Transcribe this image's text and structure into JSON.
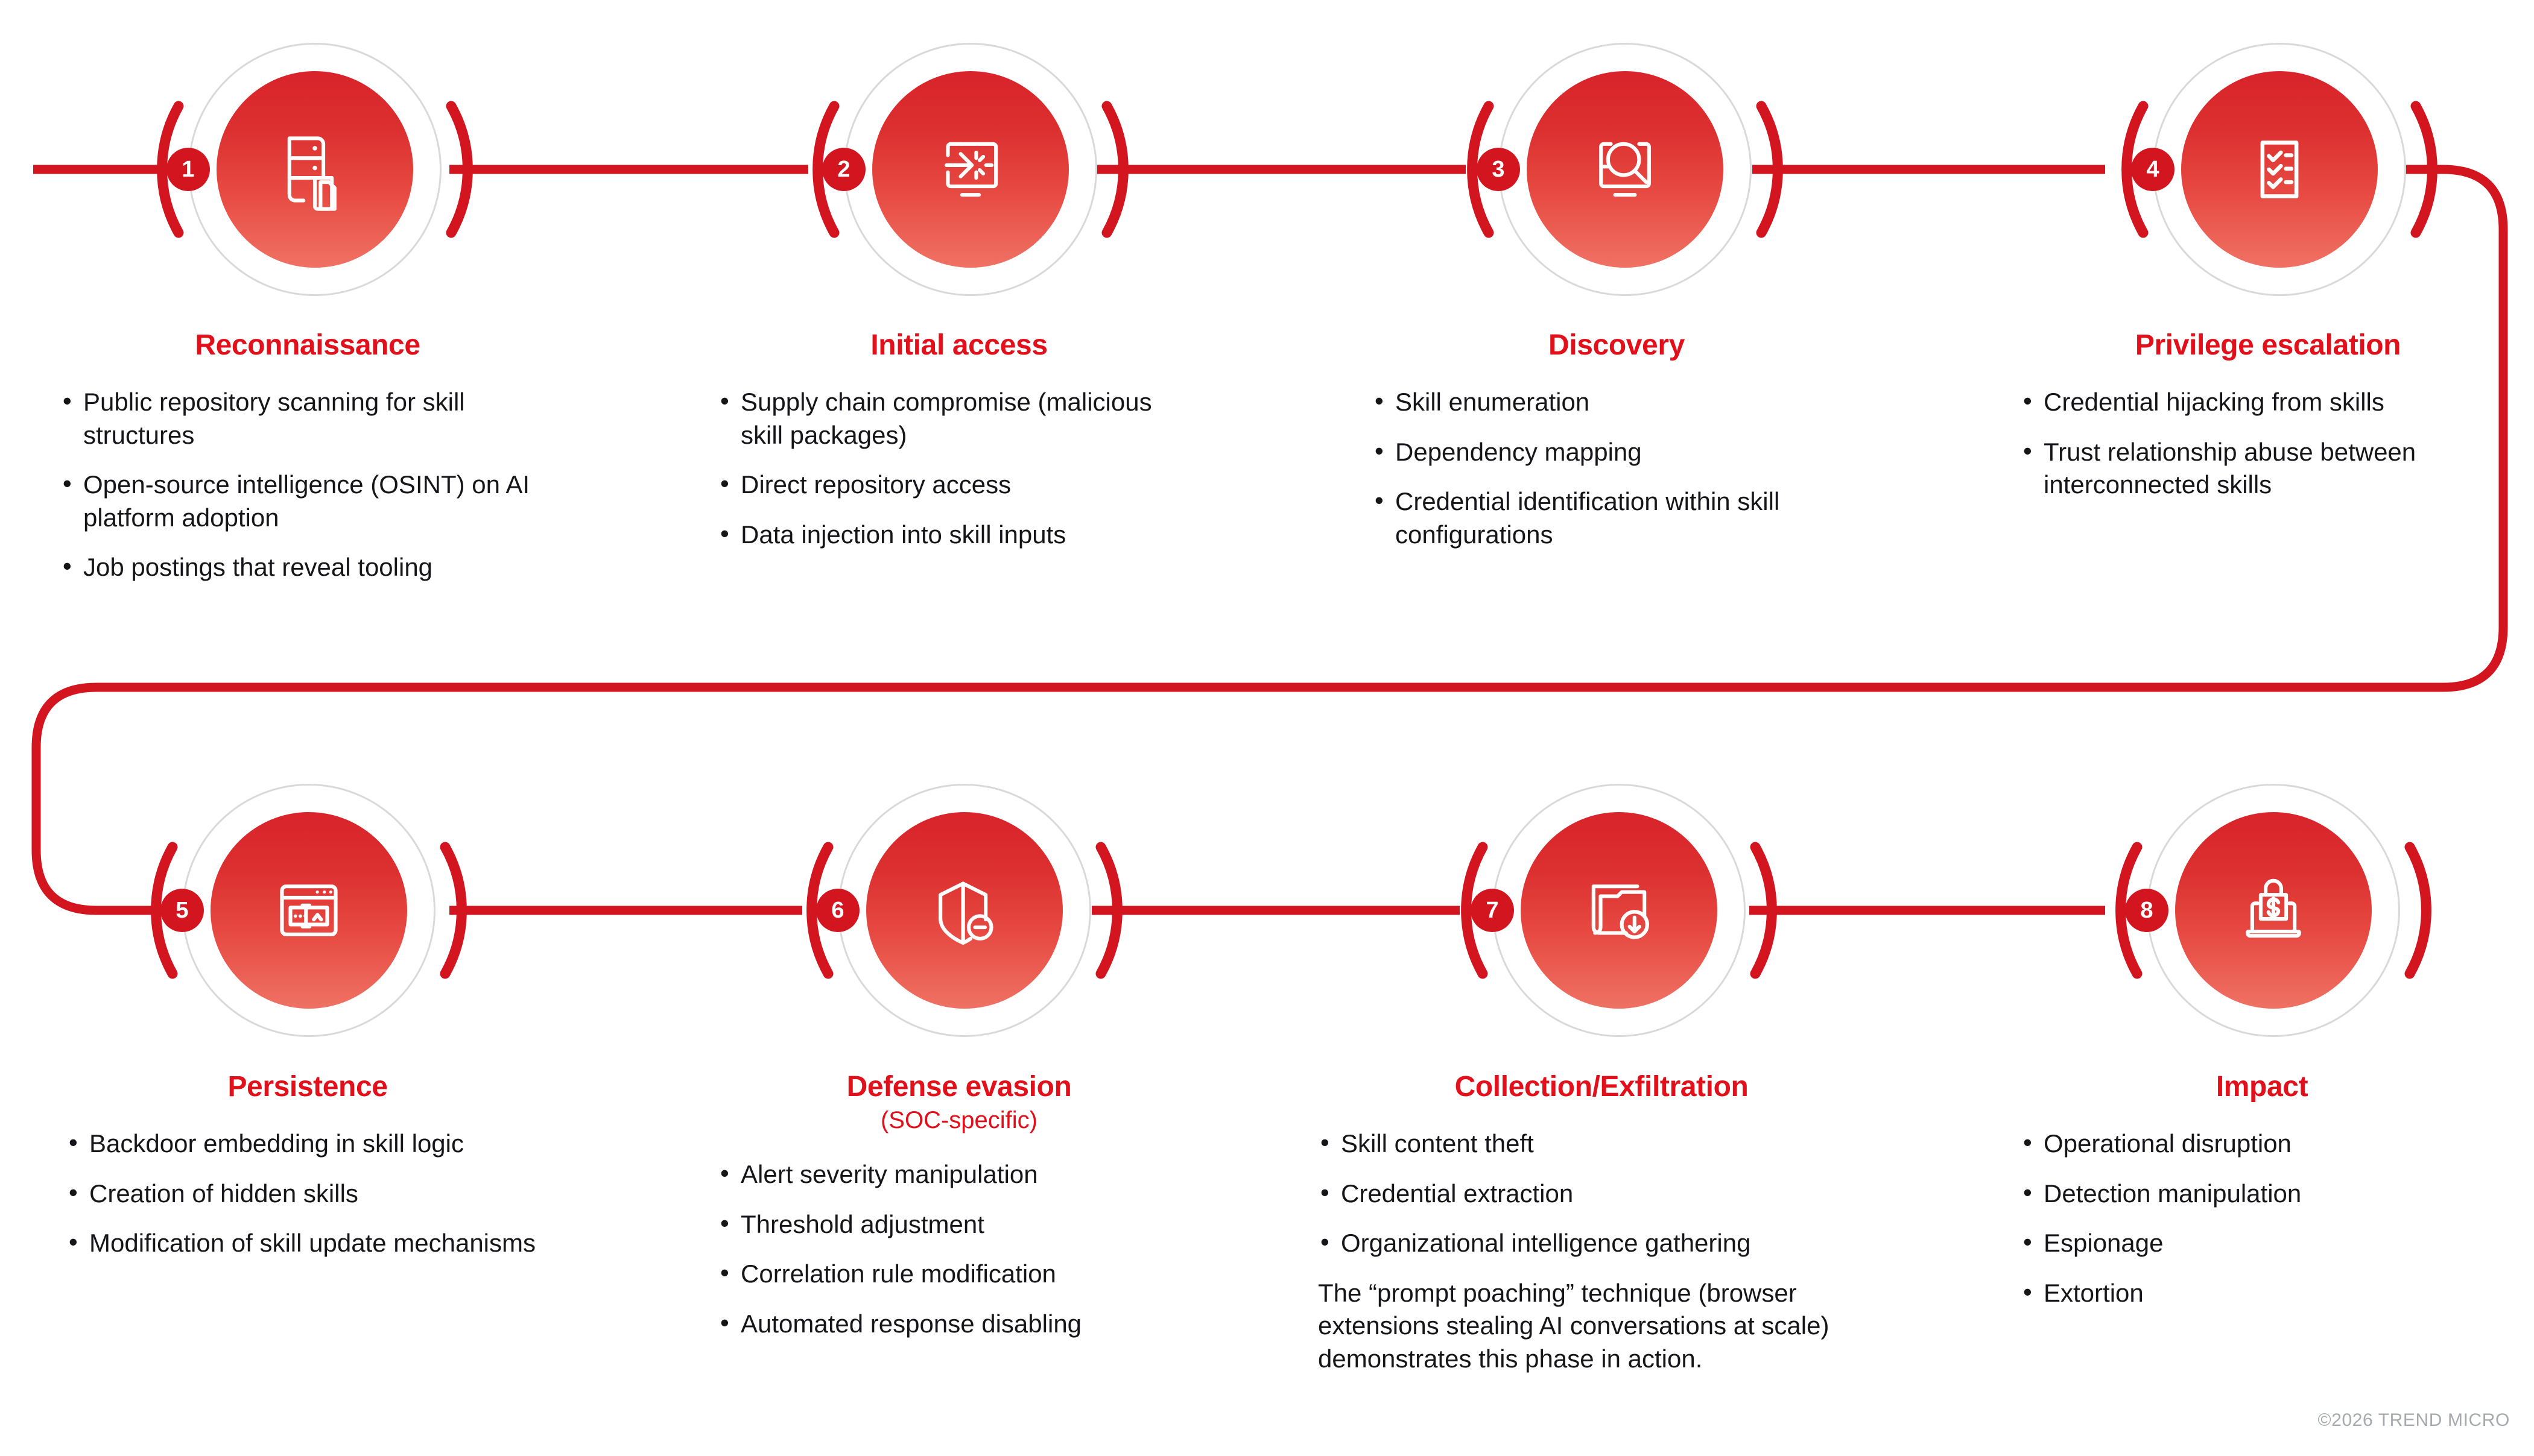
{
  "diagram": {
    "colors": {
      "accent_red": "#e2101a",
      "connector_red": "#d3151f",
      "disc_gradient_top": "#d8232a",
      "disc_gradient_bottom": "#ef7264",
      "halo_gray": "#d9d9d9",
      "text_black": "#16161a",
      "footer_gray": "#a6a9ad"
    },
    "footer": "©2026 TREND MICRO",
    "stages": [
      {
        "number": "1",
        "title": "Reconnaissance",
        "subtitle": "",
        "icon": "server-document-icon",
        "bullets": [
          "Public repository scanning for skill structures",
          "Open-source intelligence (OSINT) on AI platform adoption",
          "Job postings that reveal tooling"
        ],
        "note": ""
      },
      {
        "number": "2",
        "title": "Initial access",
        "subtitle": "",
        "icon": "monitor-arrow-in-icon",
        "bullets": [
          "Supply chain compromise (malicious skill packages)",
          "Direct repository access",
          "Data injection into skill inputs"
        ],
        "note": ""
      },
      {
        "number": "3",
        "title": "Discovery",
        "subtitle": "",
        "icon": "monitor-magnifier-icon",
        "bullets": [
          "Skill enumeration",
          "Dependency mapping",
          "Credential identification within skill configurations"
        ],
        "note": ""
      },
      {
        "number": "4",
        "title": "Privilege escalation",
        "subtitle": "",
        "icon": "checklist-icon",
        "bullets": [
          "Credential hijacking from skills",
          "Trust relationship abuse between interconnected skills"
        ],
        "note": ""
      },
      {
        "number": "5",
        "title": "Persistence",
        "subtitle": "",
        "icon": "browser-password-field-icon",
        "bullets": [
          "Backdoor embedding in skill logic",
          "Creation of hidden skills",
          "Modification of skill update mechanisms"
        ],
        "note": ""
      },
      {
        "number": "6",
        "title": "Defense evasion",
        "subtitle": "(SOC-specific)",
        "icon": "shield-minus-icon",
        "bullets": [
          "Alert severity manipulation",
          "Threshold adjustment",
          "Correlation rule modification",
          "Automated response disabling"
        ],
        "note": ""
      },
      {
        "number": "7",
        "title": "Collection/Exfiltration",
        "subtitle": "",
        "icon": "folder-download-icon",
        "bullets": [
          "Skill content theft",
          "Credential extraction",
          "Organizational intelligence gathering"
        ],
        "note": "The “prompt poaching” technique (browser extensions stealing AI conversations at scale) demonstrates this phase in action."
      },
      {
        "number": "8",
        "title": "Impact",
        "subtitle": "",
        "icon": "laptop-ransom-lock-icon",
        "bullets": [
          "Operational disruption",
          "Detection manipulation",
          "Espionage",
          "Extortion"
        ],
        "note": ""
      }
    ]
  }
}
